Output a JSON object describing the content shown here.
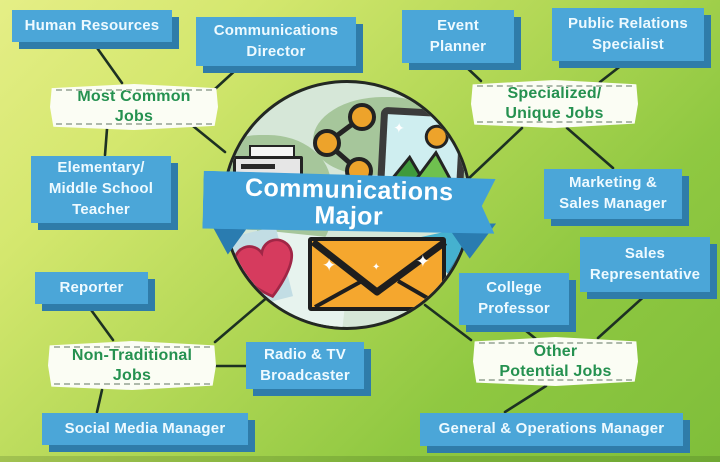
{
  "title": {
    "line1": "Communications",
    "line2": "Major"
  },
  "categories": [
    {
      "id": "most-common",
      "label": "Most Common\nJobs"
    },
    {
      "id": "specialized",
      "label": "Specialized/\nUnique Jobs"
    },
    {
      "id": "non-traditional",
      "label": "Non-Traditional\nJobs"
    },
    {
      "id": "other-potential",
      "label": "Other\nPotential Jobs"
    }
  ],
  "jobs": [
    {
      "label": "Human Resources",
      "category": "most-common"
    },
    {
      "label": "Communications\nDirector",
      "category": "most-common"
    },
    {
      "label": "Event\nPlanner",
      "category": "specialized"
    },
    {
      "label": "Public Relations\nSpecialist",
      "category": "specialized"
    },
    {
      "label": "Elementary/\nMiddle School\nTeacher",
      "category": "most-common"
    },
    {
      "label": "Marketing &\nSales Manager",
      "category": "specialized"
    },
    {
      "label": "Sales\nRepresentative",
      "category": "other-potential"
    },
    {
      "label": "Reporter",
      "category": "non-traditional"
    },
    {
      "label": "College\nProfessor",
      "category": "other-potential"
    },
    {
      "label": "Radio & TV\nBroadcaster",
      "category": "non-traditional"
    },
    {
      "label": "Social Media Manager",
      "category": "non-traditional"
    },
    {
      "label": "General & Operations Manager",
      "category": "other-potential"
    }
  ],
  "illustration": {
    "icons": [
      "world-map",
      "share-nodes-icon",
      "photo-frame-icon",
      "printer-icon",
      "heart-icon",
      "envelope-icon",
      "paper-plane-icon"
    ]
  },
  "palette": {
    "background_top_left": "#e5ee86",
    "background_bottom_right": "#7fbe3a",
    "job_box_blue": "#4ba6d8",
    "job_box_shadow": "#2f7ca9",
    "job_box_text": "#eefaff",
    "banner_blue": "#41a0d7",
    "banner_fold_blue": "#2a7cb0",
    "ribbon_white": "#fbfdf4",
    "category_green": "#259150",
    "connector_line": "#1d3122",
    "envelope_orange": "#f5a72e",
    "heart_red": "#d63b5e",
    "accent_yellow": "#eda32b"
  }
}
